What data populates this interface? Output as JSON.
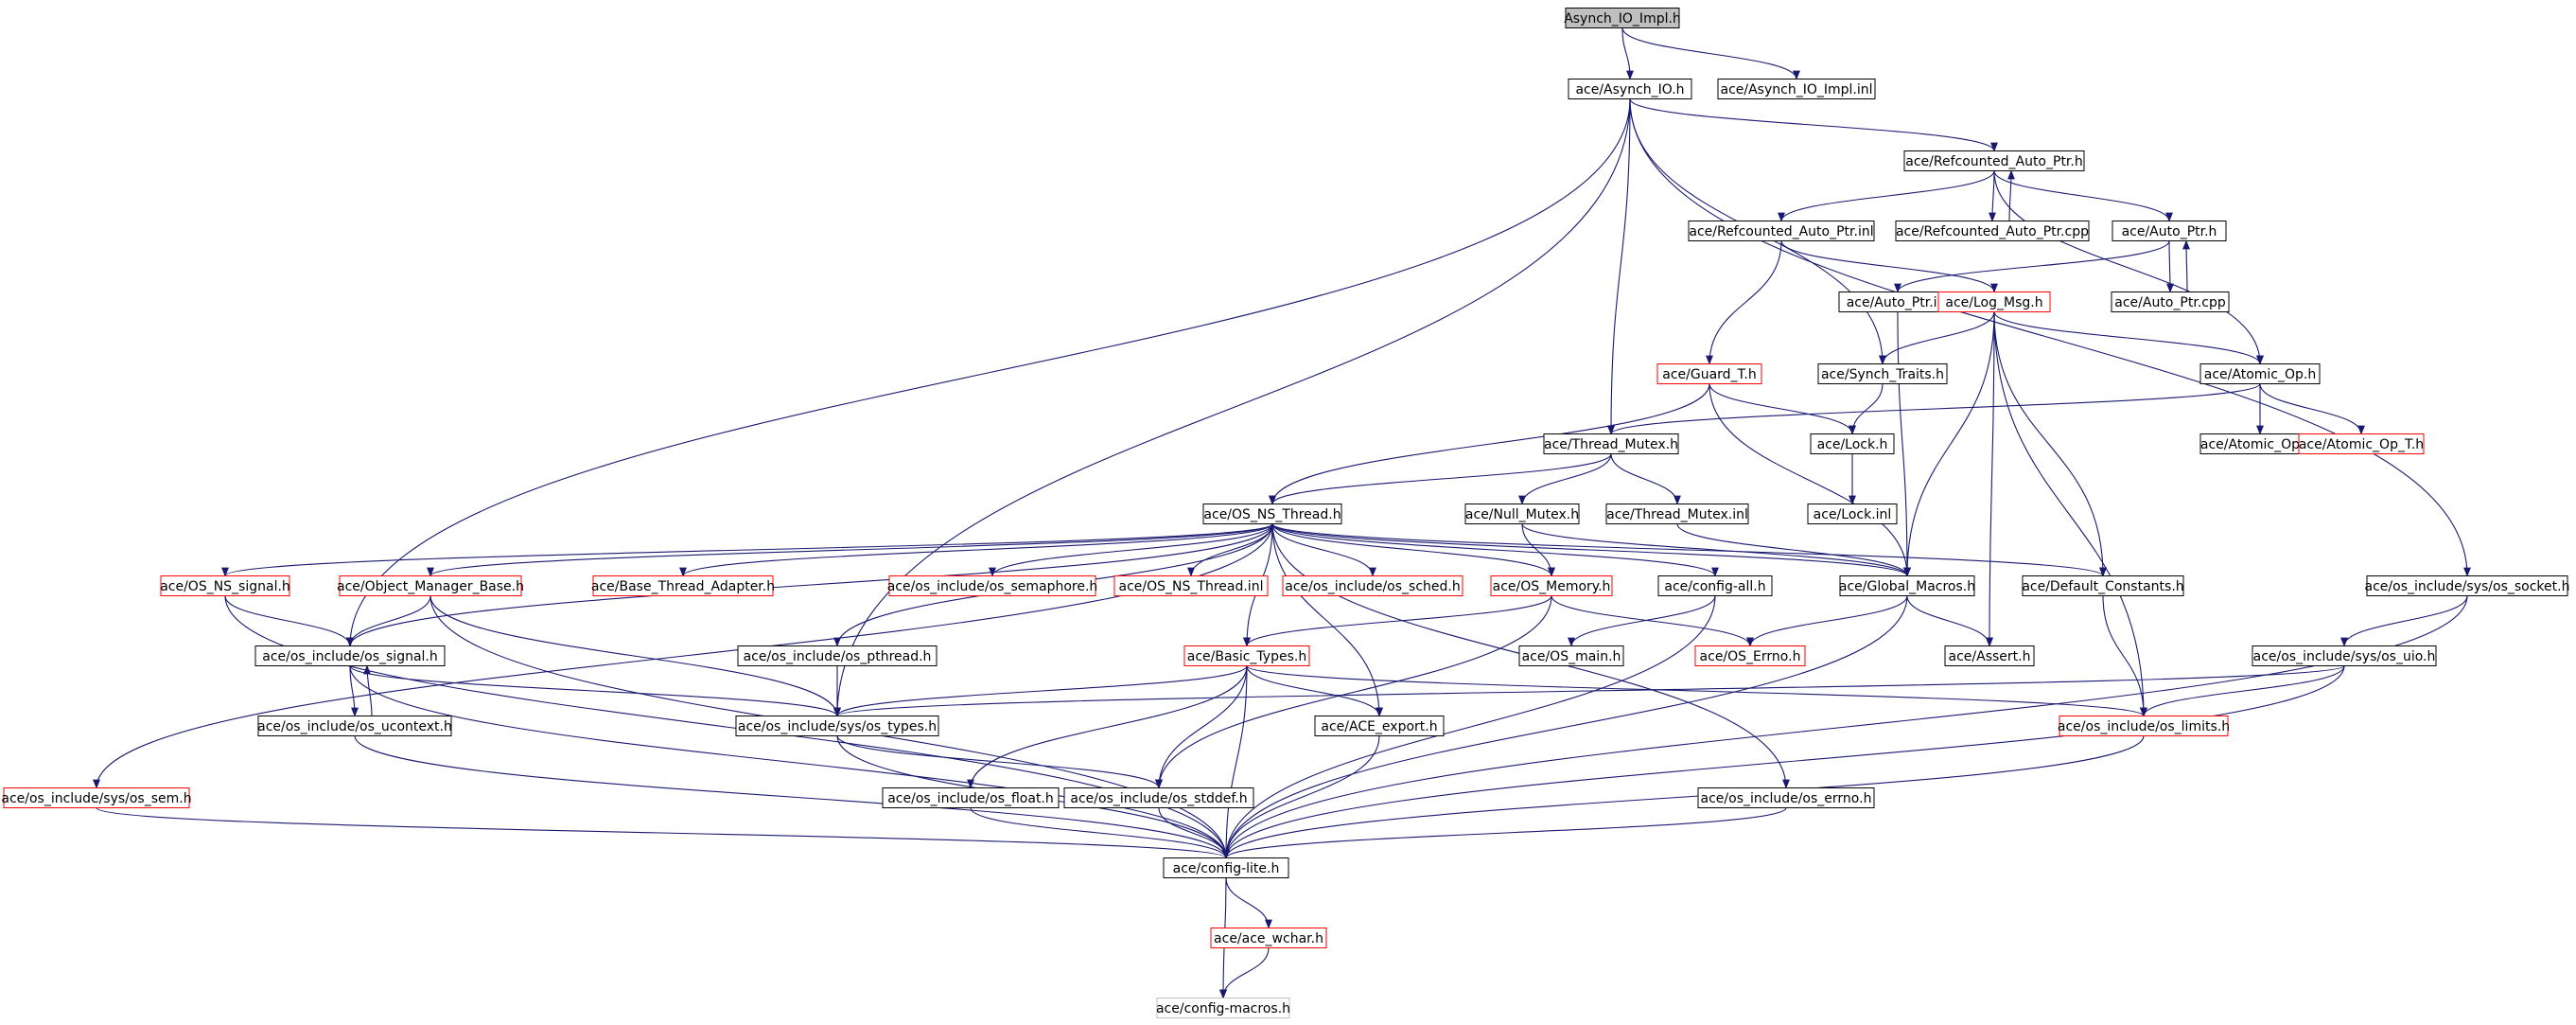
{
  "colors": {
    "edge": "#191970",
    "root_fill": "#bfbfbf",
    "normal_border": "#000000",
    "truncated_border": "#ff0000",
    "leaf_border": "#bfbfbf"
  },
  "nodes": [
    {
      "id": "n_root",
      "label": "Asynch_IO_Impl.h",
      "kind": "root"
    },
    {
      "id": "n_asynch",
      "label": "ace/Asynch_IO.h",
      "kind": "normal"
    },
    {
      "id": "n_asynch_impl_inl",
      "label": "ace/Asynch_IO_Impl.inl",
      "kind": "normal"
    },
    {
      "id": "n_rap",
      "label": "ace/Refcounted_Auto_Ptr.h",
      "kind": "normal"
    },
    {
      "id": "n_rap_inl",
      "label": "ace/Refcounted_Auto_Ptr.inl",
      "kind": "normal"
    },
    {
      "id": "n_rap_cpp",
      "label": "ace/Refcounted_Auto_Ptr.cpp",
      "kind": "normal"
    },
    {
      "id": "n_ap",
      "label": "ace/Auto_Ptr.h",
      "kind": "normal"
    },
    {
      "id": "n_ap_inl",
      "label": "ace/Auto_Ptr.inl",
      "kind": "normal"
    },
    {
      "id": "n_logmsg",
      "label": "ace/Log_Msg.h",
      "kind": "truncated"
    },
    {
      "id": "n_ap_cpp",
      "label": "ace/Auto_Ptr.cpp",
      "kind": "normal"
    },
    {
      "id": "n_guard",
      "label": "ace/Guard_T.h",
      "kind": "truncated"
    },
    {
      "id": "n_synch",
      "label": "ace/Synch_Traits.h",
      "kind": "normal"
    },
    {
      "id": "n_atomic",
      "label": "ace/Atomic_Op.h",
      "kind": "normal"
    },
    {
      "id": "n_tmutex",
      "label": "ace/Thread_Mutex.h",
      "kind": "normal"
    },
    {
      "id": "n_lock",
      "label": "ace/Lock.h",
      "kind": "normal"
    },
    {
      "id": "n_atomic_inl",
      "label": "ace/Atomic_Op.inl",
      "kind": "normal"
    },
    {
      "id": "n_atomic_t",
      "label": "ace/Atomic_Op_T.h",
      "kind": "truncated"
    },
    {
      "id": "n_osns",
      "label": "ace/OS_NS_Thread.h",
      "kind": "normal"
    },
    {
      "id": "n_nullmutex",
      "label": "ace/Null_Mutex.h",
      "kind": "normal"
    },
    {
      "id": "n_tmutex_inl",
      "label": "ace/Thread_Mutex.inl",
      "kind": "normal"
    },
    {
      "id": "n_lock_inl",
      "label": "ace/Lock.inl",
      "kind": "normal"
    },
    {
      "id": "n_osnssig",
      "label": "ace/OS_NS_signal.h",
      "kind": "truncated"
    },
    {
      "id": "n_objmgr",
      "label": "ace/Object_Manager_Base.h",
      "kind": "truncated"
    },
    {
      "id": "n_bta",
      "label": "ace/Base_Thread_Adapter.h",
      "kind": "truncated"
    },
    {
      "id": "n_ossem",
      "label": "ace/os_include/os_semaphore.h",
      "kind": "truncated"
    },
    {
      "id": "n_osnsthr_inl",
      "label": "ace/OS_NS_Thread.inl",
      "kind": "truncated"
    },
    {
      "id": "n_ossched",
      "label": "ace/os_include/os_sched.h",
      "kind": "truncated"
    },
    {
      "id": "n_osmem",
      "label": "ace/OS_Memory.h",
      "kind": "truncated"
    },
    {
      "id": "n_cfgall",
      "label": "ace/config-all.h",
      "kind": "normal"
    },
    {
      "id": "n_globalm",
      "label": "ace/Global_Macros.h",
      "kind": "normal"
    },
    {
      "id": "n_defconst",
      "label": "ace/Default_Constants.h",
      "kind": "normal"
    },
    {
      "id": "n_sock",
      "label": "ace/os_include/sys/os_socket.h",
      "kind": "normal"
    },
    {
      "id": "n_ossig",
      "label": "ace/os_include/os_signal.h",
      "kind": "normal"
    },
    {
      "id": "n_ospth",
      "label": "ace/os_include/os_pthread.h",
      "kind": "normal"
    },
    {
      "id": "n_btypes",
      "label": "ace/Basic_Types.h",
      "kind": "truncated"
    },
    {
      "id": "n_osmain",
      "label": "ace/OS_main.h",
      "kind": "normal"
    },
    {
      "id": "n_oserrno_h",
      "label": "ace/OS_Errno.h",
      "kind": "truncated"
    },
    {
      "id": "n_assert",
      "label": "ace/Assert.h",
      "kind": "normal"
    },
    {
      "id": "n_uio",
      "label": "ace/os_include/sys/os_uio.h",
      "kind": "normal"
    },
    {
      "id": "n_osuctx",
      "label": "ace/os_include/os_ucontext.h",
      "kind": "normal"
    },
    {
      "id": "n_systypes",
      "label": "ace/os_include/sys/os_types.h",
      "kind": "normal"
    },
    {
      "id": "n_aceexp",
      "label": "ace/ACE_export.h",
      "kind": "normal"
    },
    {
      "id": "n_oslimits",
      "label": "ace/os_include/os_limits.h",
      "kind": "truncated"
    },
    {
      "id": "n_syssem",
      "label": "ace/os_include/sys/os_sem.h",
      "kind": "truncated"
    },
    {
      "id": "n_osfloat",
      "label": "ace/os_include/os_float.h",
      "kind": "normal"
    },
    {
      "id": "n_osstddef",
      "label": "ace/os_include/os_stddef.h",
      "kind": "normal"
    },
    {
      "id": "n_oserrno",
      "label": "ace/os_include/os_errno.h",
      "kind": "normal"
    },
    {
      "id": "n_cfglite",
      "label": "ace/config-lite.h",
      "kind": "normal"
    },
    {
      "id": "n_wchar",
      "label": "ace/ace_wchar.h",
      "kind": "truncated"
    },
    {
      "id": "n_cfgmac",
      "label": "ace/config-macros.h",
      "kind": "leaf"
    }
  ],
  "edges": [
    [
      "n_root",
      "n_asynch"
    ],
    [
      "n_root",
      "n_asynch_impl_inl"
    ],
    [
      "n_asynch",
      "n_rap"
    ],
    [
      "n_asynch",
      "n_tmutex"
    ],
    [
      "n_asynch",
      "n_synch"
    ],
    [
      "n_asynch",
      "n_systypes"
    ],
    [
      "n_asynch",
      "n_ossig"
    ],
    [
      "n_asynch",
      "n_sock"
    ],
    [
      "n_rap",
      "n_rap_inl"
    ],
    [
      "n_rap",
      "n_rap_cpp"
    ],
    [
      "n_rap",
      "n_ap"
    ],
    [
      "n_rap",
      "n_atomic"
    ],
    [
      "n_rap_cpp",
      "n_rap"
    ],
    [
      "n_rap_inl",
      "n_logmsg"
    ],
    [
      "n_rap_inl",
      "n_guard"
    ],
    [
      "n_ap",
      "n_ap_inl"
    ],
    [
      "n_ap",
      "n_ap_cpp"
    ],
    [
      "n_ap_cpp",
      "n_ap"
    ],
    [
      "n_ap_inl",
      "n_globalm"
    ],
    [
      "n_logmsg",
      "n_synch"
    ],
    [
      "n_logmsg",
      "n_atomic"
    ],
    [
      "n_logmsg",
      "n_globalm"
    ],
    [
      "n_logmsg",
      "n_defconst"
    ],
    [
      "n_logmsg",
      "n_assert"
    ],
    [
      "n_logmsg",
      "n_oslimits"
    ],
    [
      "n_guard",
      "n_lock"
    ],
    [
      "n_guard",
      "n_osns"
    ],
    [
      "n_guard",
      "n_globalm"
    ],
    [
      "n_synch",
      "n_lock"
    ],
    [
      "n_atomic",
      "n_tmutex"
    ],
    [
      "n_atomic",
      "n_atomic_inl"
    ],
    [
      "n_atomic",
      "n_atomic_t"
    ],
    [
      "n_tmutex",
      "n_osns"
    ],
    [
      "n_tmutex",
      "n_nullmutex"
    ],
    [
      "n_tmutex",
      "n_tmutex_inl"
    ],
    [
      "n_lock",
      "n_lock_inl"
    ],
    [
      "n_nullmutex",
      "n_osmem"
    ],
    [
      "n_nullmutex",
      "n_globalm"
    ],
    [
      "n_tmutex_inl",
      "n_globalm"
    ],
    [
      "n_osns",
      "n_osnssig"
    ],
    [
      "n_osns",
      "n_objmgr"
    ],
    [
      "n_osns",
      "n_bta"
    ],
    [
      "n_osns",
      "n_ossem"
    ],
    [
      "n_osns",
      "n_osnsthr_inl"
    ],
    [
      "n_osns",
      "n_ossched"
    ],
    [
      "n_osns",
      "n_osmem"
    ],
    [
      "n_osns",
      "n_cfgall"
    ],
    [
      "n_osns",
      "n_globalm"
    ],
    [
      "n_osns",
      "n_defconst"
    ],
    [
      "n_osns",
      "n_ospth"
    ],
    [
      "n_osns",
      "n_btypes"
    ],
    [
      "n_osns",
      "n_aceexp"
    ],
    [
      "n_osns",
      "n_oserrno"
    ],
    [
      "n_osns",
      "n_ossig"
    ],
    [
      "n_osns",
      "n_syssem"
    ],
    [
      "n_osnssig",
      "n_ossig"
    ],
    [
      "n_osnssig",
      "n_cfglite"
    ],
    [
      "n_objmgr",
      "n_ossig"
    ],
    [
      "n_objmgr",
      "n_systypes"
    ],
    [
      "n_objmgr",
      "n_cfglite"
    ],
    [
      "n_ossig",
      "n_osuctx"
    ],
    [
      "n_ossig",
      "n_systypes"
    ],
    [
      "n_ossig",
      "n_cfglite"
    ],
    [
      "n_osuctx",
      "n_ossig"
    ],
    [
      "n_osuctx",
      "n_cfglite"
    ],
    [
      "n_ospth",
      "n_systypes"
    ],
    [
      "n_osmem",
      "n_btypes"
    ],
    [
      "n_osmem",
      "n_oserrno_h"
    ],
    [
      "n_osmem",
      "n_osstddef"
    ],
    [
      "n_cfgall",
      "n_osmain"
    ],
    [
      "n_cfgall",
      "n_cfglite"
    ],
    [
      "n_globalm",
      "n_oserrno_h"
    ],
    [
      "n_globalm",
      "n_assert"
    ],
    [
      "n_globalm",
      "n_cfglite"
    ],
    [
      "n_defconst",
      "n_oslimits"
    ],
    [
      "n_btypes",
      "n_systypes"
    ],
    [
      "n_btypes",
      "n_aceexp"
    ],
    [
      "n_btypes",
      "n_osfloat"
    ],
    [
      "n_btypes",
      "n_osstddef"
    ],
    [
      "n_btypes",
      "n_cfglite"
    ],
    [
      "n_btypes",
      "n_oslimits"
    ],
    [
      "n_sock",
      "n_uio"
    ],
    [
      "n_sock",
      "n_cfglite"
    ],
    [
      "n_uio",
      "n_systypes"
    ],
    [
      "n_uio",
      "n_oslimits"
    ],
    [
      "n_uio",
      "n_cfglite"
    ],
    [
      "n_systypes",
      "n_osstddef"
    ],
    [
      "n_systypes",
      "n_cfglite"
    ],
    [
      "n_aceexp",
      "n_cfglite"
    ],
    [
      "n_oslimits",
      "n_cfglite"
    ],
    [
      "n_syssem",
      "n_cfglite"
    ],
    [
      "n_osfloat",
      "n_cfglite"
    ],
    [
      "n_osstddef",
      "n_cfglite"
    ],
    [
      "n_oserrno",
      "n_cfglite"
    ],
    [
      "n_cfglite",
      "n_wchar"
    ],
    [
      "n_cfglite",
      "n_cfgmac"
    ],
    [
      "n_wchar",
      "n_cfgmac"
    ]
  ]
}
